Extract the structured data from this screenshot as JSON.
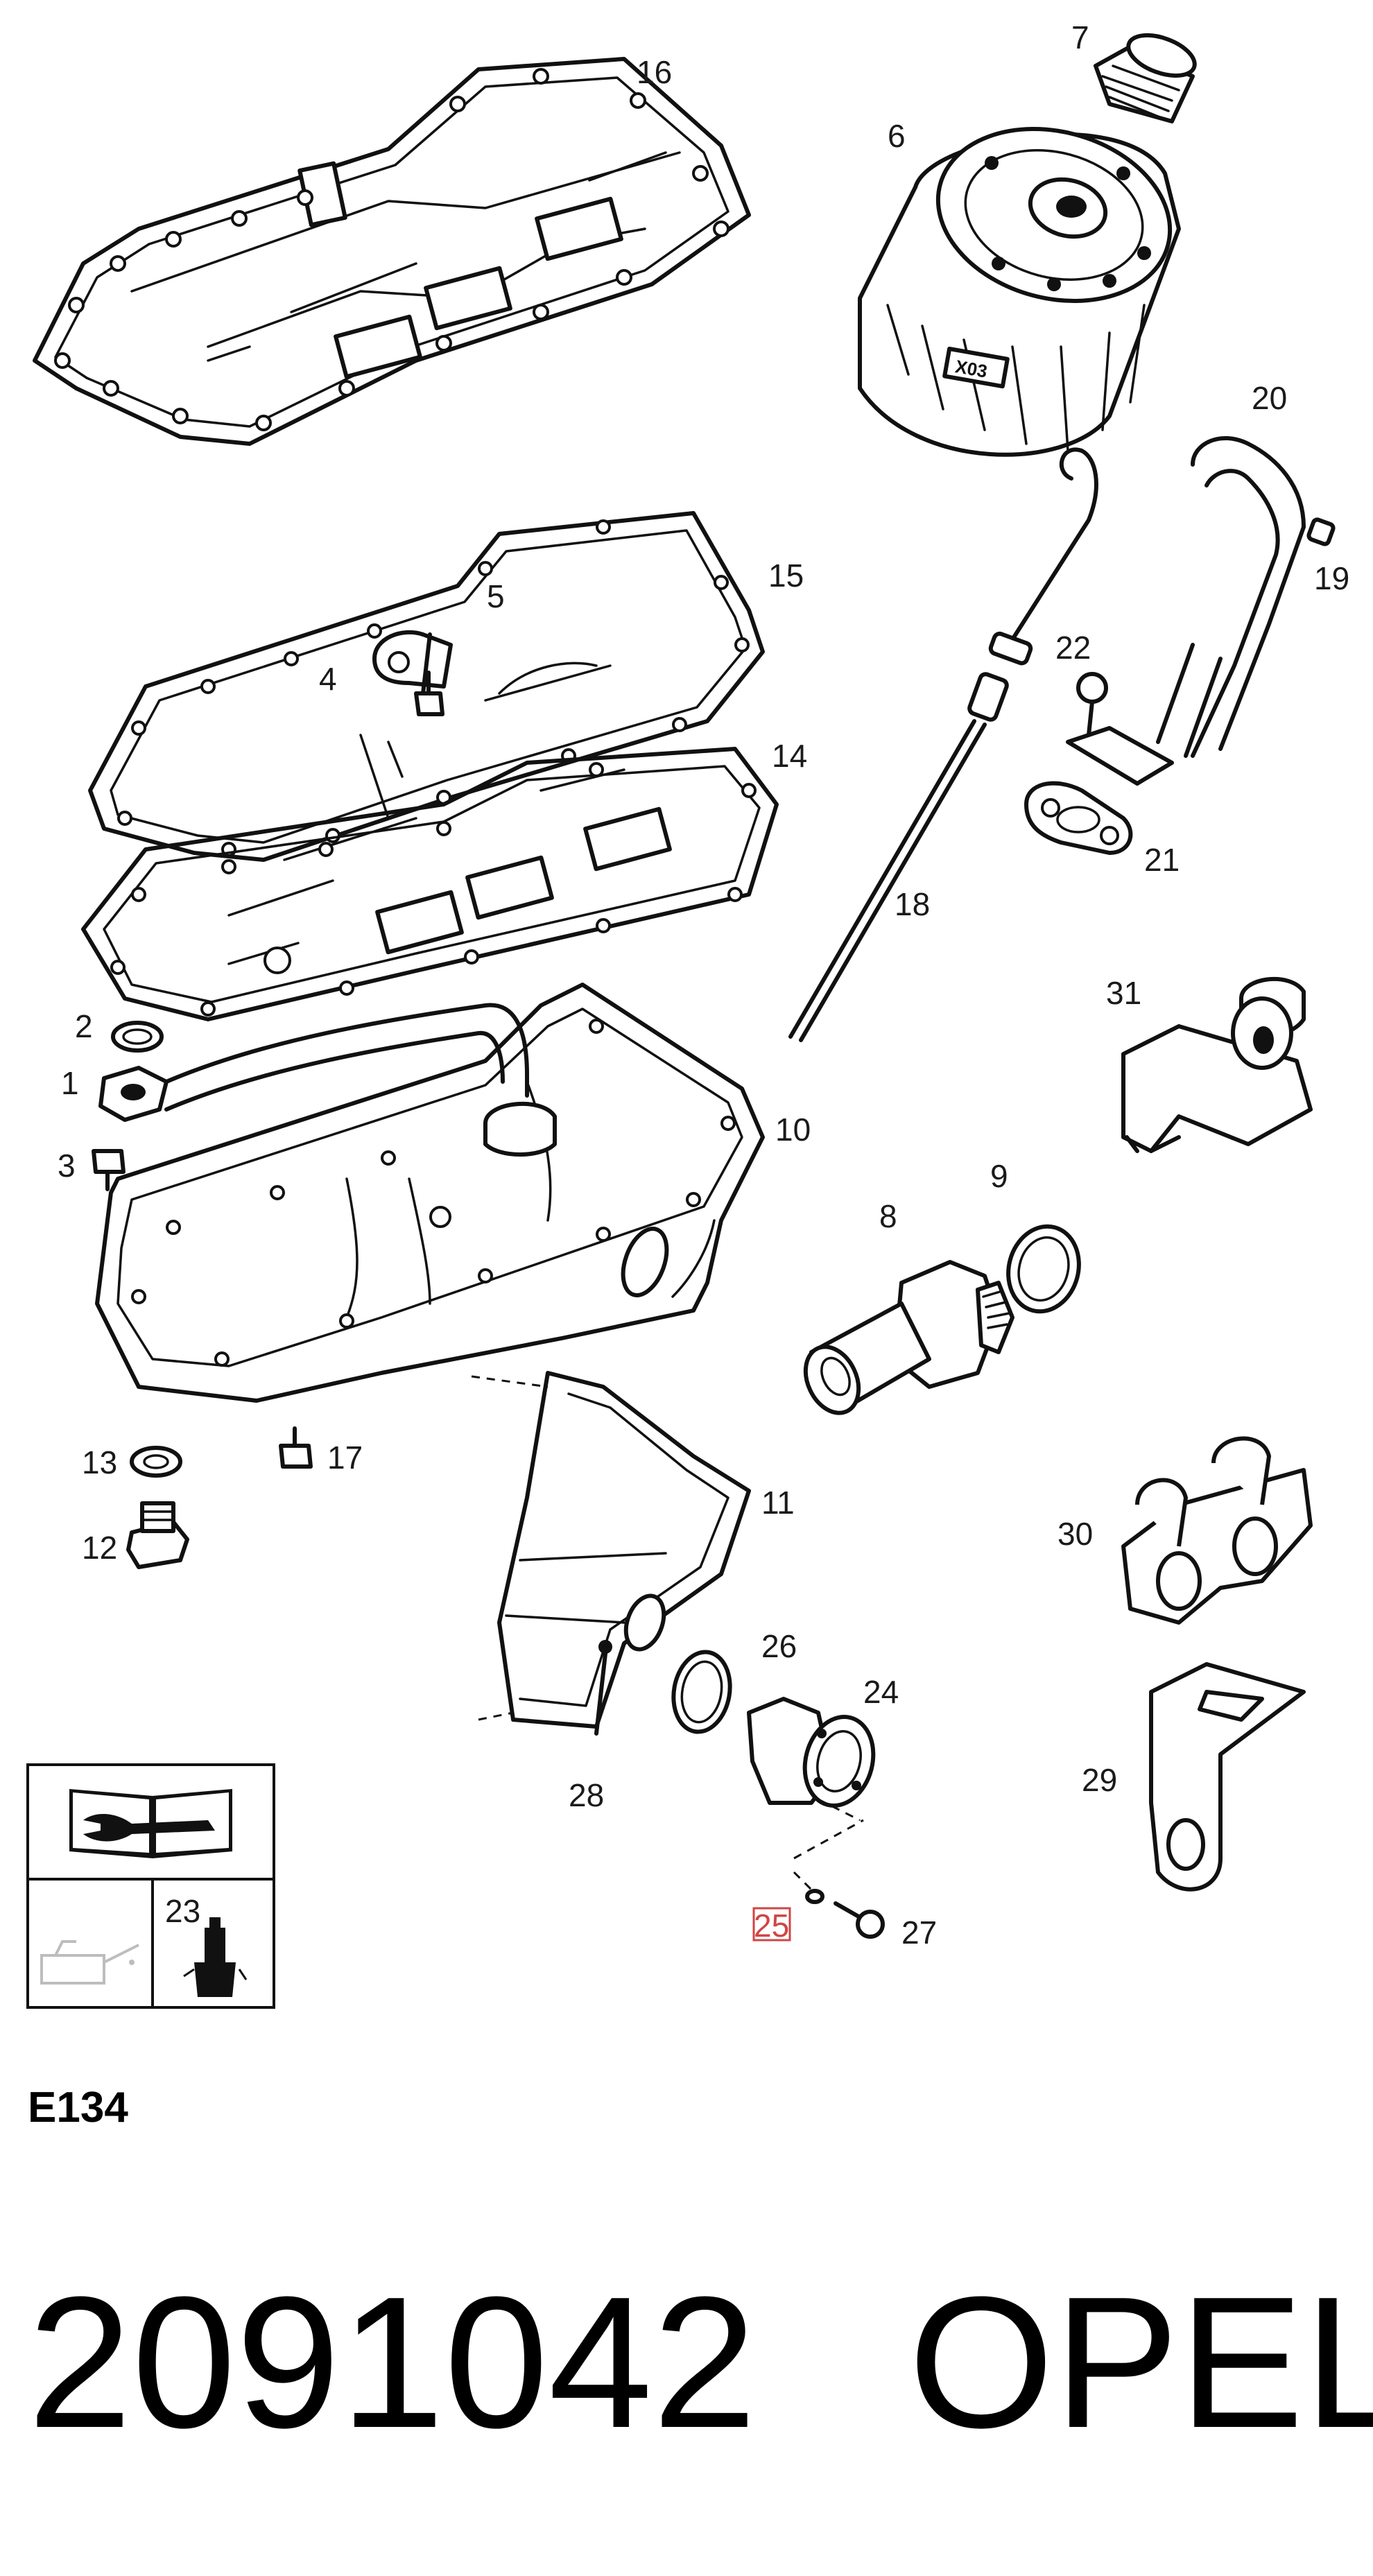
{
  "callouts": {
    "p1": "1",
    "p2": "2",
    "p3": "3",
    "p4": "4",
    "p5": "5",
    "p6": "6",
    "p7": "7",
    "p8": "8",
    "p9": "9",
    "p10": "10",
    "p11": "11",
    "p12": "12",
    "p13": "13",
    "p14": "14",
    "p15": "15",
    "p16": "16",
    "p17": "17",
    "p18": "18",
    "p19": "19",
    "p20": "20",
    "p21": "21",
    "p22": "22",
    "p23": "23",
    "p24": "24",
    "p25": "25",
    "p26": "26",
    "p27": "27",
    "p28": "28",
    "p29": "29",
    "p30": "30",
    "p31": "31"
  },
  "highlighted_callout": "25",
  "highlight_color": "#d04545",
  "legend": {
    "manual_icon": "repair-manual-icon",
    "oil_can_icon": "oil-can-icon",
    "sealant_icon": "sealant-tube-icon"
  },
  "diagram_code": "E134",
  "part_number": "2091042",
  "brand": "OPEL"
}
